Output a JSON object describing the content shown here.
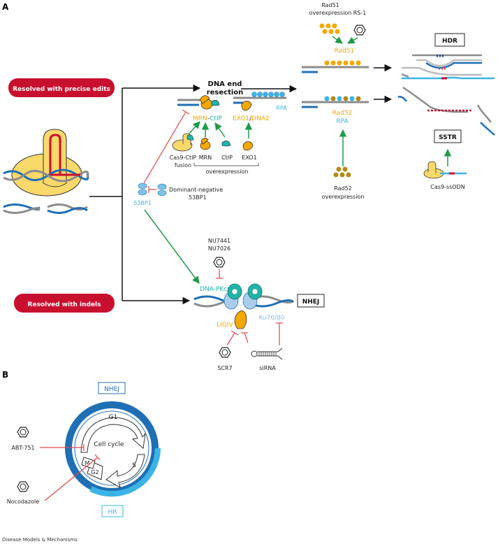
{
  "panels": {
    "a": "A",
    "b": "B"
  },
  "colors": {
    "red": "#C8102E",
    "green": "#1D9A48",
    "orange": "#F5A800",
    "teal": "#1FB5A9",
    "blue": "#1F6FB5",
    "lightblue": "#3BB4E5",
    "gray": "#8C8C8C",
    "yellow": "#F9D96A",
    "olive": "#B38A1A"
  },
  "panel_a": {
    "precise_label": "Resolved with precise edits",
    "indels_label": "Resolved with indels",
    "dna_end_resection": [
      "DNA end",
      "resection"
    ],
    "rad51_over": [
      "Rad51",
      "overexpression"
    ],
    "rs1": "RS-1",
    "rad51": "Rad51",
    "hdr": "HDR",
    "rad52": "Rad52",
    "rpa": "RPA",
    "rpa_top": "RPA",
    "sstr": "SSTR",
    "cas9_ssodn": "Cas9-ssODN",
    "rad52_over": [
      "Rad52",
      "overexpression"
    ],
    "mrn_ctip_mrn": "MRN",
    "mrn_ctip_dash": "-",
    "mrn_ctip_ctip": "CtIP",
    "exo1_dna2_exo1": "EXO1",
    "exo1_dna2_slash": "/",
    "exo1_dna2_dna2": "DNA2",
    "cas9_ctip_fusion": [
      "Cas9-CtIP",
      "fusion"
    ],
    "mrn": "MRN",
    "ctip": "CtIP",
    "exo1": "EXO1",
    "overexpression": "overexpression",
    "dominant_negative": [
      "Dominant-negative",
      "53BP1"
    ],
    "bp53": "53BP1",
    "nu_inhibitors": [
      "NU7441",
      "NU7026"
    ],
    "dna_pkcs": "DNA-PKcs",
    "nhej": "NHEJ",
    "ligiv": "LIGIV",
    "ku": "Ku70/80",
    "scr7": "SCR7",
    "sirna": "siRNA"
  },
  "panel_b": {
    "nhej": "NHEJ",
    "hr": "HR",
    "g1": "G1",
    "s": "S",
    "g2": "G2",
    "m": "M",
    "cell_cycle": "Cell cycle",
    "abt": "ABT-751",
    "nocodazole": "Nocodazole"
  },
  "footer": "Disease Models & Mechanisms"
}
